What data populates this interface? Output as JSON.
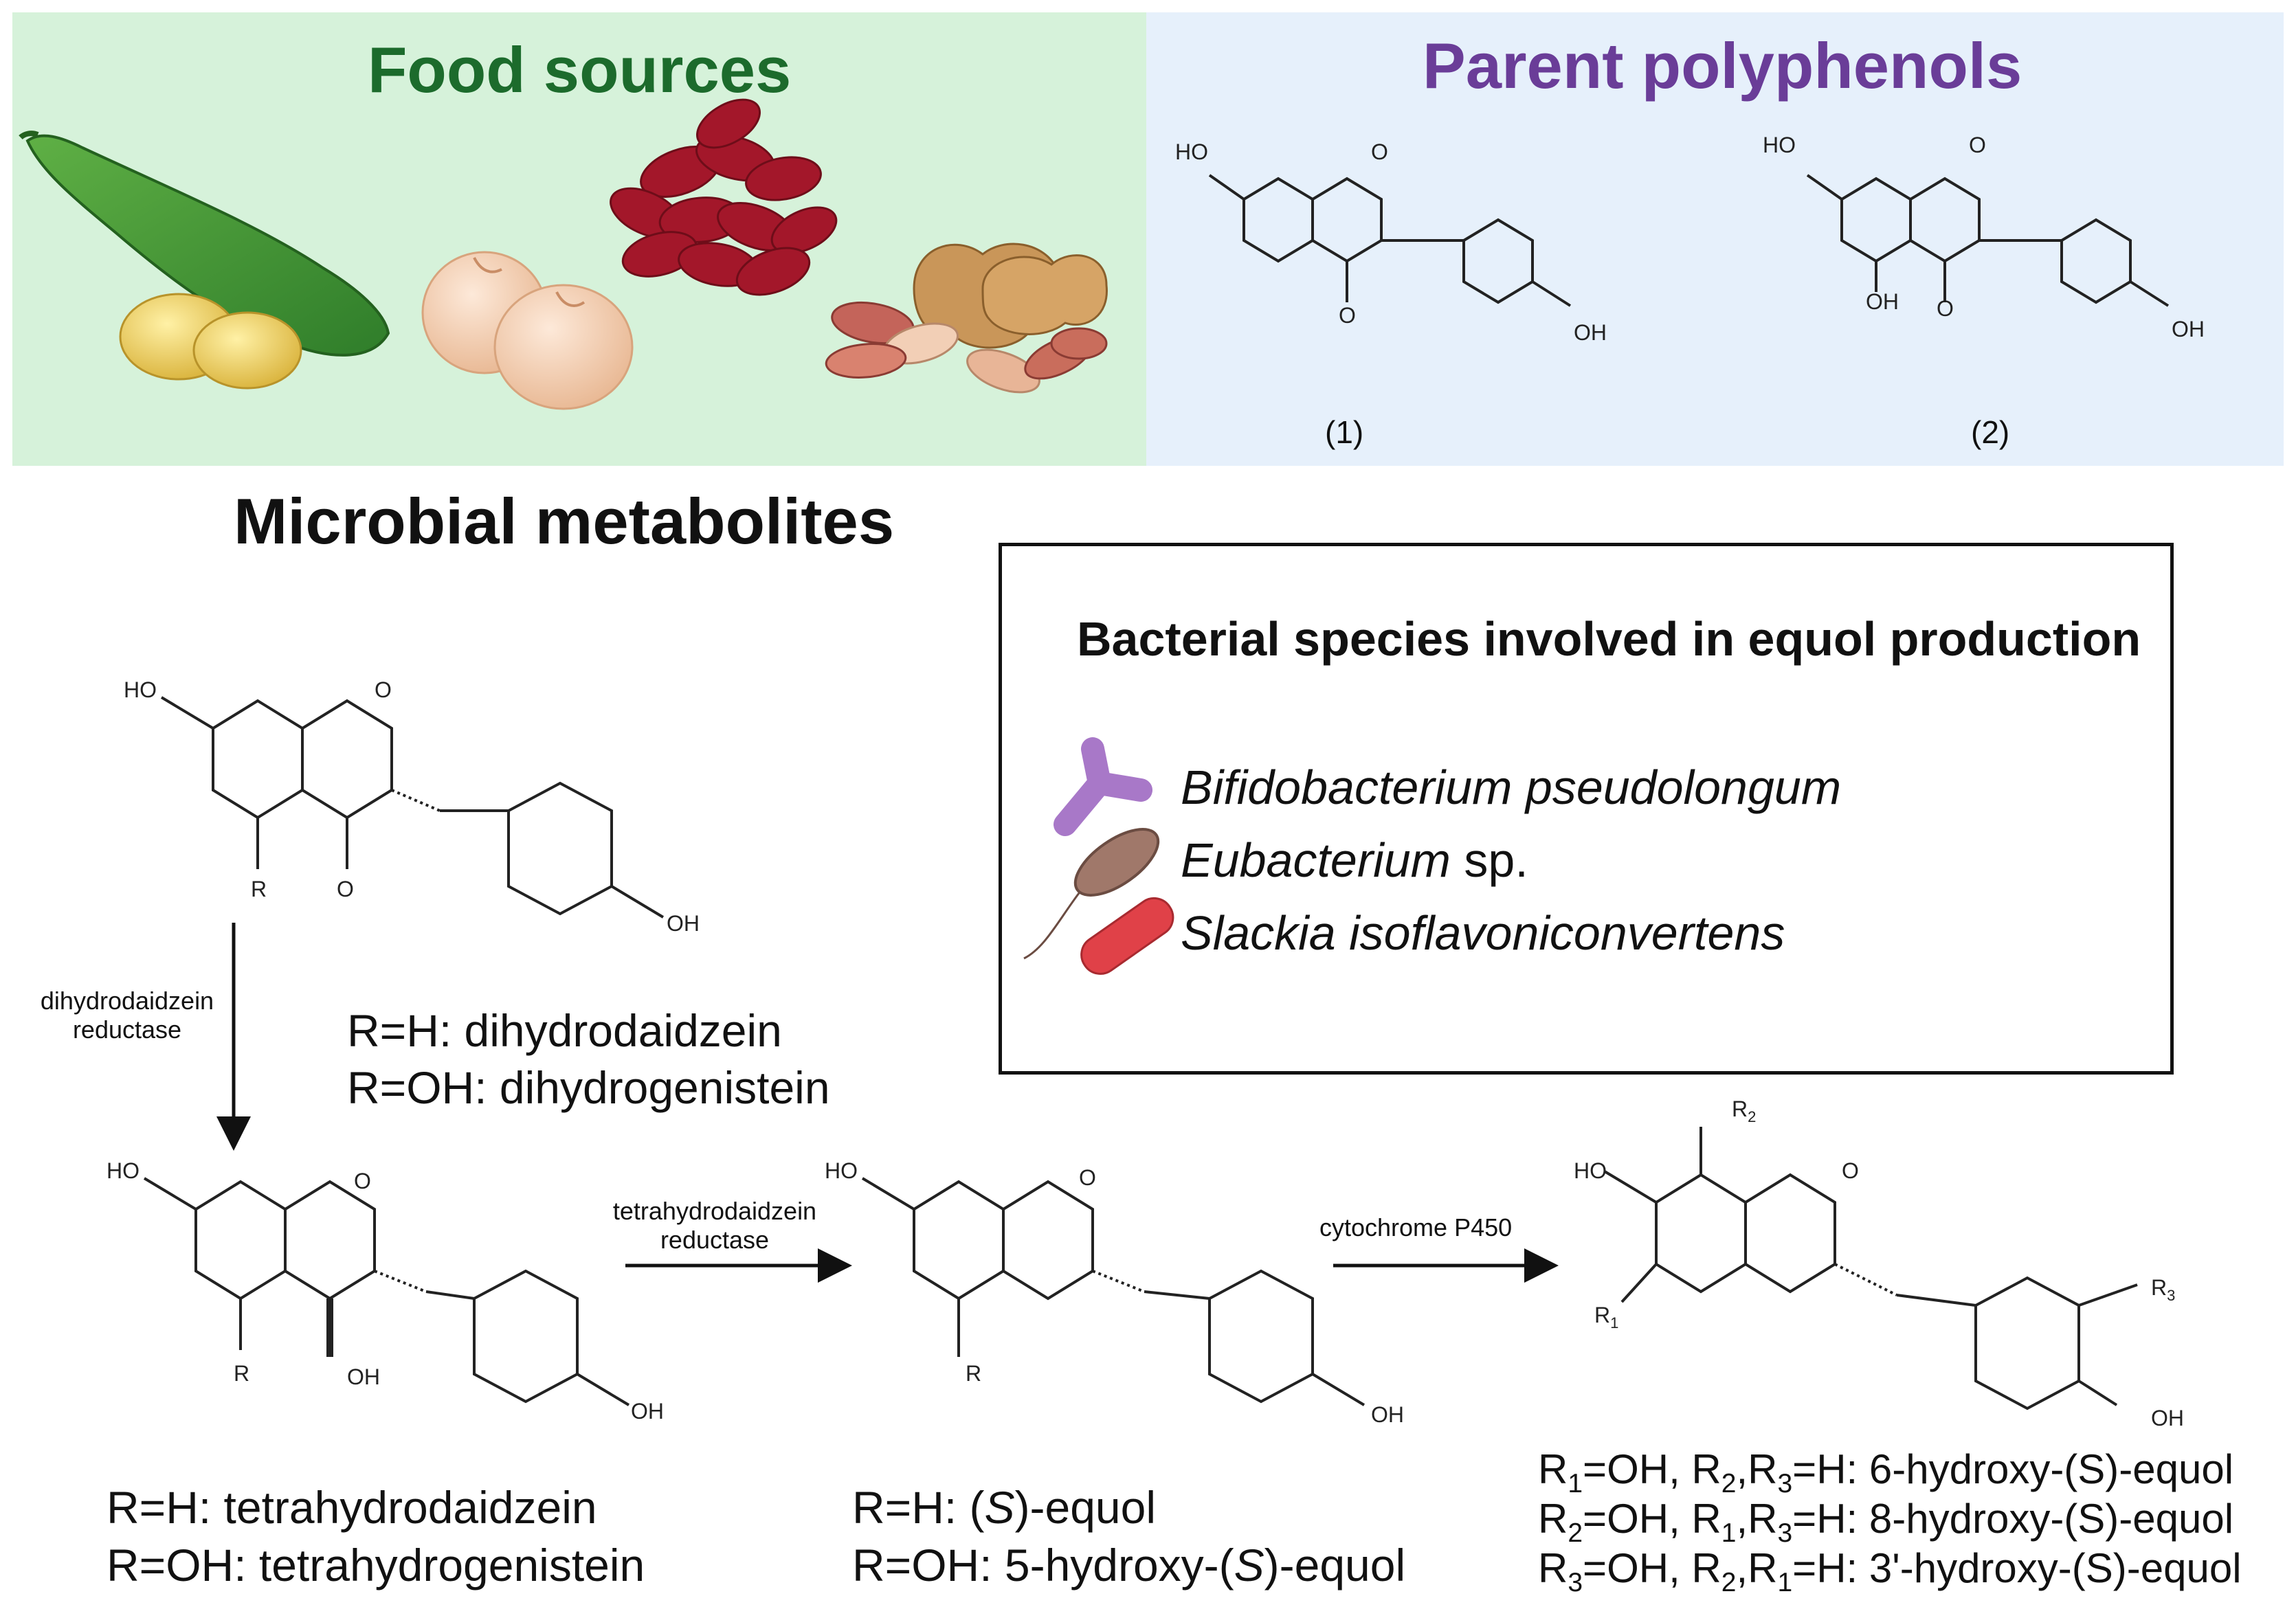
{
  "panels": {
    "food_sources": {
      "title": "Food sources"
    },
    "parent_polyphenols": {
      "title": "Parent polyphenols",
      "compounds": [
        {
          "label": "(1)"
        },
        {
          "label": "(2)"
        }
      ]
    }
  },
  "metabolites": {
    "title": "Microbial metabolites",
    "dihydro": {
      "line1": "R=H: dihydrodaidzein",
      "line2": "R=OH: dihydrogenistein"
    },
    "tetrahydro": {
      "line1": "R=H: tetrahydrodaidzein",
      "line2": "R=OH: tetrahydrogenistein"
    },
    "equol": {
      "line1_pre": "R=H: (",
      "line1_s": "S",
      "line1_post": ")-equol",
      "line2_pre": "R=OH: 5-hydroxy-(",
      "line2_s": "S",
      "line2_post": ")-equol"
    },
    "hydroxy_equols": [
      "6-hydroxy-(S)-equol",
      "8-hydroxy-(S)-equol",
      "3'-hydroxy-(S)-equol"
    ]
  },
  "enzymes": {
    "step1_line1": "dihydrodaidzein",
    "step1_line2": "reductase",
    "step2_line1": "tetrahydrodaidzein",
    "step2_line2": "reductase",
    "step3": "cytochrome P450"
  },
  "species_box": {
    "title": "Bacterial species involved in equol production",
    "species": [
      {
        "italic": "Bifidobacterium pseudolongum",
        "plain": ""
      },
      {
        "italic": "Eubacterium",
        "plain": " sp."
      },
      {
        "italic": "Slackia isoflavoniconvertens",
        "plain": ""
      }
    ]
  },
  "structure_labels": {
    "HO": "HO",
    "OH": "OH",
    "O": "O",
    "R": "R"
  },
  "colors": {
    "food_bg": "#d6f2da",
    "poly_bg": "#e6f0fb",
    "food_title": "#1c6b2c",
    "poly_title": "#6a3d98"
  },
  "icons": [
    "soybean-pod-icon",
    "chickpea-icon",
    "kidney-bean-icon",
    "peanut-icon",
    "bifidobacterium-icon",
    "eubacterium-icon",
    "slackia-icon"
  ]
}
